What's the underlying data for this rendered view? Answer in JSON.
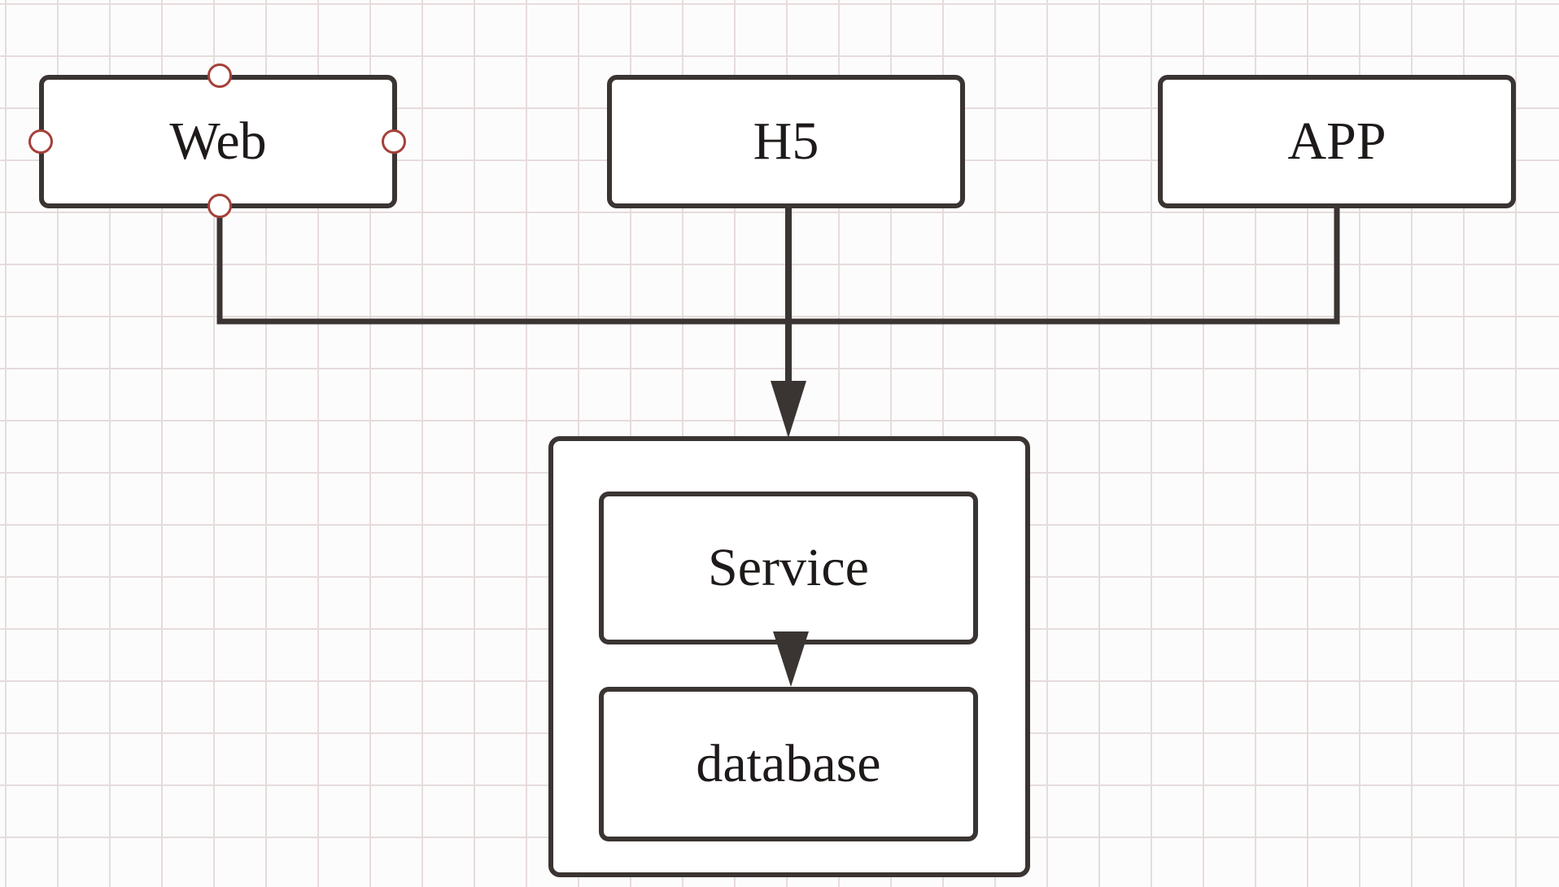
{
  "diagram": {
    "clients": [
      {
        "id": "web",
        "label": "Web",
        "selected": true
      },
      {
        "id": "h5",
        "label": "H5"
      },
      {
        "id": "app",
        "label": "APP"
      }
    ],
    "backend": {
      "layers": [
        {
          "id": "service",
          "label": "Service"
        },
        {
          "id": "database",
          "label": "database"
        }
      ]
    },
    "edges": [
      {
        "from": "web",
        "to": "backend"
      },
      {
        "from": "h5",
        "to": "backend"
      },
      {
        "from": "app",
        "to": "backend"
      },
      {
        "from": "service",
        "to": "database"
      }
    ]
  },
  "colors": {
    "stroke": "#3a3432",
    "text": "#1e1a19",
    "grid": "#e6dcdc",
    "selection_handle": "#a4403a",
    "background": "#fdfcfc"
  }
}
